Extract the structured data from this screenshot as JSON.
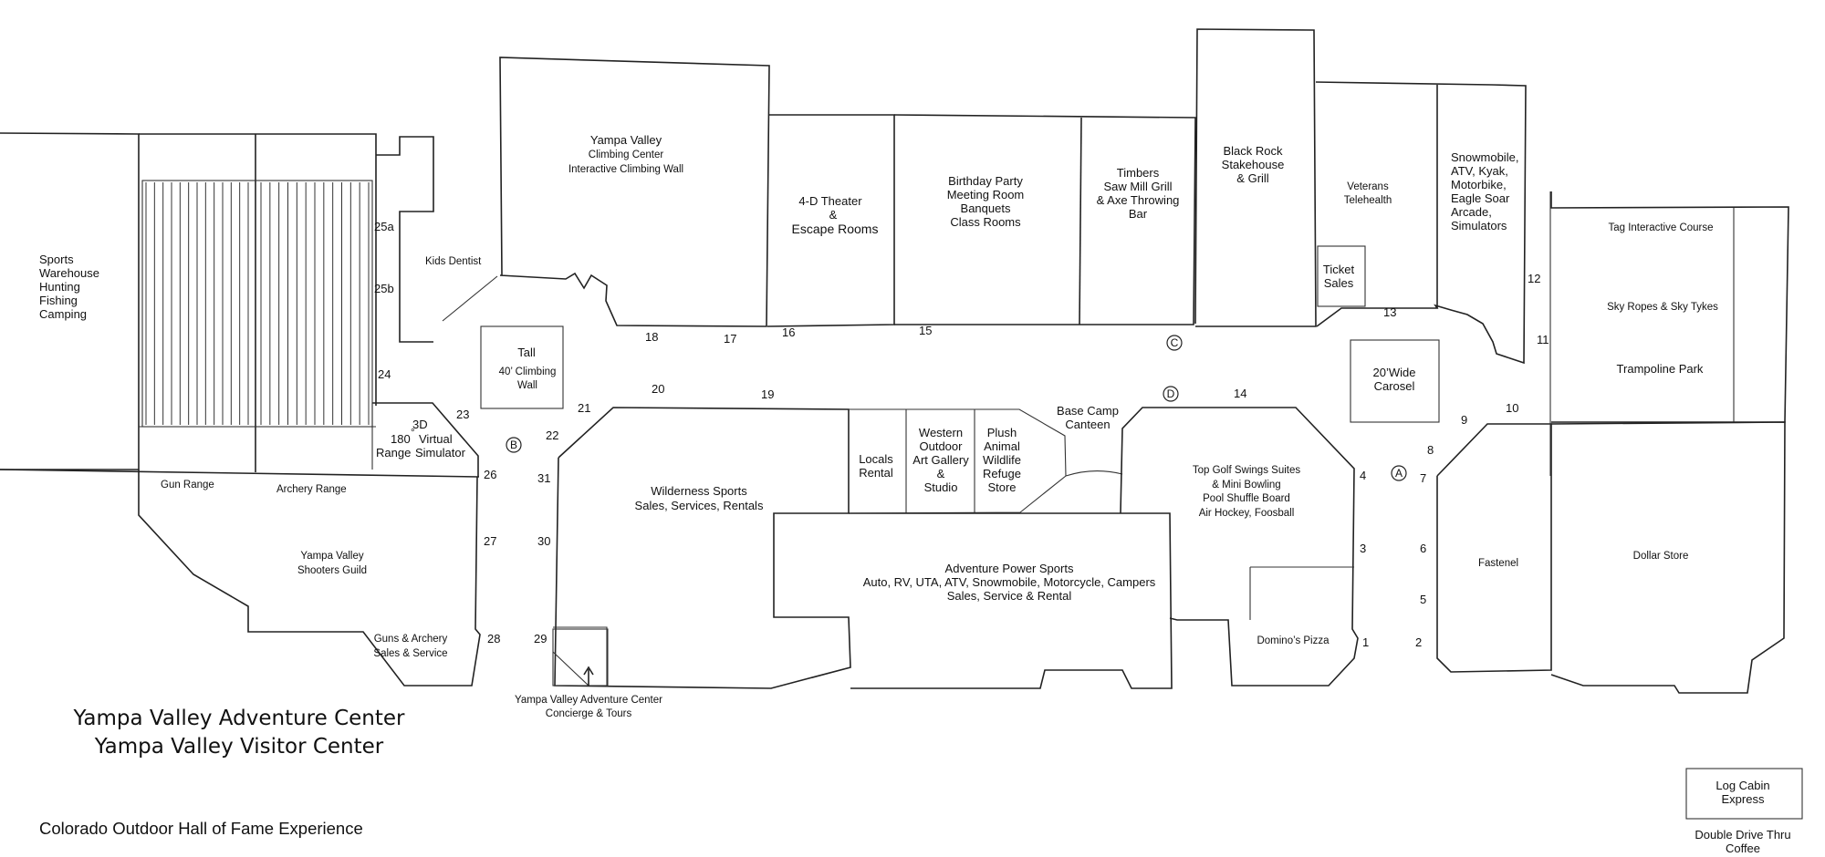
{
  "title": {
    "line1": "Yampa Valley Adventure Center",
    "line2": "Yampa Valley Visitor Center",
    "subtitle": "Colorado Outdoor Hall of Fame Experience"
  },
  "areas": {
    "sports_warehouse": [
      "Sports",
      "Warehouse",
      "Hunting",
      "Fishing",
      "Camping"
    ],
    "gun_range": "Gun Range",
    "archery_range": "Archery Range",
    "shooters_guild": [
      "Yampa Valley",
      "Shooters Guild"
    ],
    "guns_archery": [
      "Guns & Archery",
      "Sales & Service"
    ],
    "kids_dentist": "Kids Dentist",
    "simulator": {
      "a": "3D",
      "b": "180",
      "deg": "°",
      "c": "Virtual",
      "d": "Range",
      "e": "Simulator"
    },
    "climbing_wall": [
      "Tall",
      "40’ Climbing",
      "Wall"
    ],
    "climbing_center": [
      "Yampa Valley",
      "Climbing Center",
      "Interactive Climbing Wall"
    ],
    "theater": [
      "4-D Theater",
      "&",
      "Escape Rooms"
    ],
    "birthday": [
      "Birthday Party",
      "Meeting Room",
      "Banquets",
      "Class Rooms"
    ],
    "timbers": [
      "Timbers",
      "Saw Mill Grill",
      "& Axe Throwing",
      "Bar"
    ],
    "black_rock": [
      "Black Rock",
      "Stakehouse",
      "& Grill"
    ],
    "veterans": [
      "Veterans",
      "Telehealth"
    ],
    "ticket_sales": [
      "Ticket",
      "Sales"
    ],
    "snowmobile": [
      "Snowmobile,",
      "ATV, Kyak,",
      "Motorbike,",
      "Eagle Soar",
      "Arcade,",
      "Simulators"
    ],
    "tag_course": "Tag Interactive Course",
    "sky_ropes": "Sky Ropes & Sky Tykes",
    "trampoline": "Trampoline Park",
    "carosel": [
      "20’Wide",
      "Carosel"
    ],
    "base_camp": [
      "Base Camp",
      "Canteen"
    ],
    "wilderness": [
      "Wilderness Sports",
      "Sales, Services, Rentals"
    ],
    "locals_rental": [
      "Locals",
      "Rental"
    ],
    "western_gallery": [
      "Western",
      "Outdoor",
      "Art Gallery",
      "&",
      "Studio"
    ],
    "plush_animal": [
      "Plush",
      "Animal",
      "Wildlife",
      "Refuge",
      "Store"
    ],
    "power_sports": [
      "Adventure Power Sports",
      "Auto, RV, UTA, ATV, Snowmobile, Motorcycle, Campers",
      "Sales, Service & Rental"
    ],
    "top_golf": [
      "Top Golf Swings Suites",
      "& Mini Bowling",
      "Pool Shuffle Board",
      "Air Hockey, Foosball"
    ],
    "dominos": "Domino’s Pizza",
    "fastenel": "Fastenel",
    "dollar_store": "Dollar Store",
    "concierge": [
      "Yampa Valley Adventure Center",
      "Concierge & Tours"
    ],
    "log_cabin": [
      "Log Cabin",
      "Express"
    ],
    "drive_thru": [
      "Double Drive Thru",
      "Coffee"
    ]
  },
  "markers": {
    "A": "A",
    "B": "B",
    "C": "C",
    "D": "D"
  },
  "numbers": {
    "n1": "1",
    "n2": "2",
    "n3": "3",
    "n4": "4",
    "n5": "5",
    "n6": "6",
    "n7": "7",
    "n8": "8",
    "n9": "9",
    "n10": "10",
    "n11": "11",
    "n12": "12",
    "n13": "13",
    "n14": "14",
    "n15": "15",
    "n16": "16",
    "n17": "17",
    "n18": "18",
    "n19": "19",
    "n20": "20",
    "n21": "21",
    "n22": "22",
    "n23": "23",
    "n24": "24",
    "n25a": "25a",
    "n25b": "25b",
    "n26": "26",
    "n27": "27",
    "n28": "28",
    "n29": "29",
    "n30": "30",
    "n31": "31"
  }
}
